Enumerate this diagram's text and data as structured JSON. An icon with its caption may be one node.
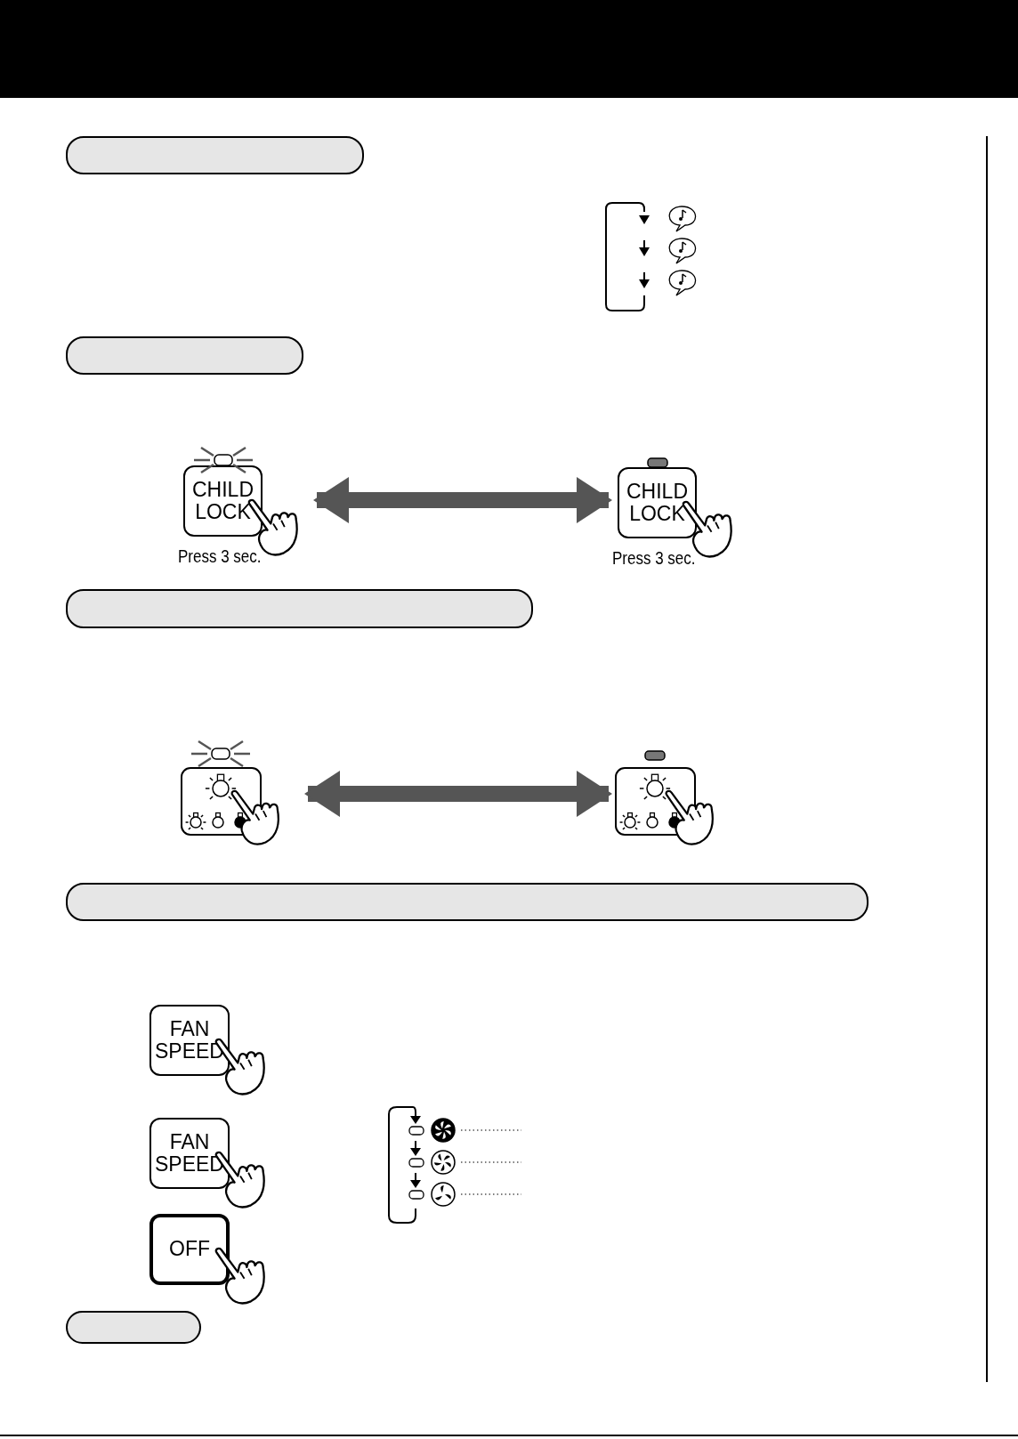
{
  "diagram": {
    "nodes": [
      {
        "text": [],
        "shape": "bar"
      },
      {
        "text": [],
        "shape": "bar"
      },
      {
        "text": [
          "CHILD LOCK"
        ],
        "beside": [
          "Press 3 sec."
        ]
      },
      {
        "text": [
          "CHILD LOCK"
        ],
        "beside": [
          "Press 3 sec."
        ]
      },
      {
        "text": [],
        "shape": "bar"
      },
      {
        "text": [],
        "shape": "box"
      },
      {
        "text": [],
        "shape": "box"
      },
      {
        "text": [],
        "shape": "bar"
      },
      {
        "text": [
          "FAN SPEED"
        ]
      },
      {
        "text": [
          "FAN SPEED"
        ]
      },
      {
        "text": [
          "OFF"
        ]
      },
      {
        "text": [],
        "shape": "bar"
      }
    ],
    "edges": [
      {
        "from": 2,
        "to": 3,
        "arrow": "both"
      },
      {
        "from": 5,
        "to": 6,
        "arrow": "both"
      }
    ]
  }
}
